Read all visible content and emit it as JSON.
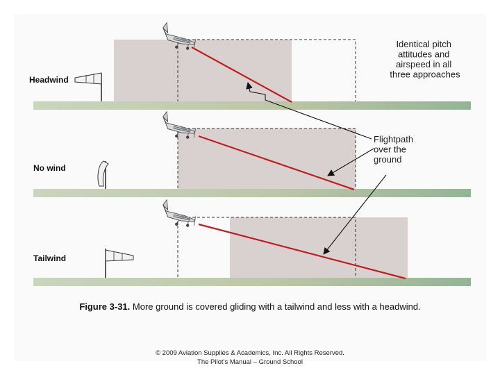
{
  "labels": {
    "headwind": "Headwind",
    "no_wind": "No wind",
    "tailwind": "Tailwind",
    "note_lines": [
      "Identical pitch",
      "attitudes and",
      "airspeed in all",
      "three approaches"
    ],
    "flightpath_lines": [
      "Flightpath",
      "over the",
      "ground"
    ]
  },
  "caption": {
    "figure": "Figure 3-31.",
    "text": " More ground is covered gliding with a tailwind and less with a headwind."
  },
  "footer": {
    "line1": "© 2009 Aviation Supplies & Academics, Inc. All Rights Reserved.",
    "line2": "The Pilot’s Manual – Ground School"
  },
  "colors": {
    "flightpath": "#c01e1e",
    "landing_area": "#d9d1d0",
    "ground_left": "#c9d6bd",
    "ground_mid": "#b9c4a4",
    "ground_right": "#93b595"
  }
}
